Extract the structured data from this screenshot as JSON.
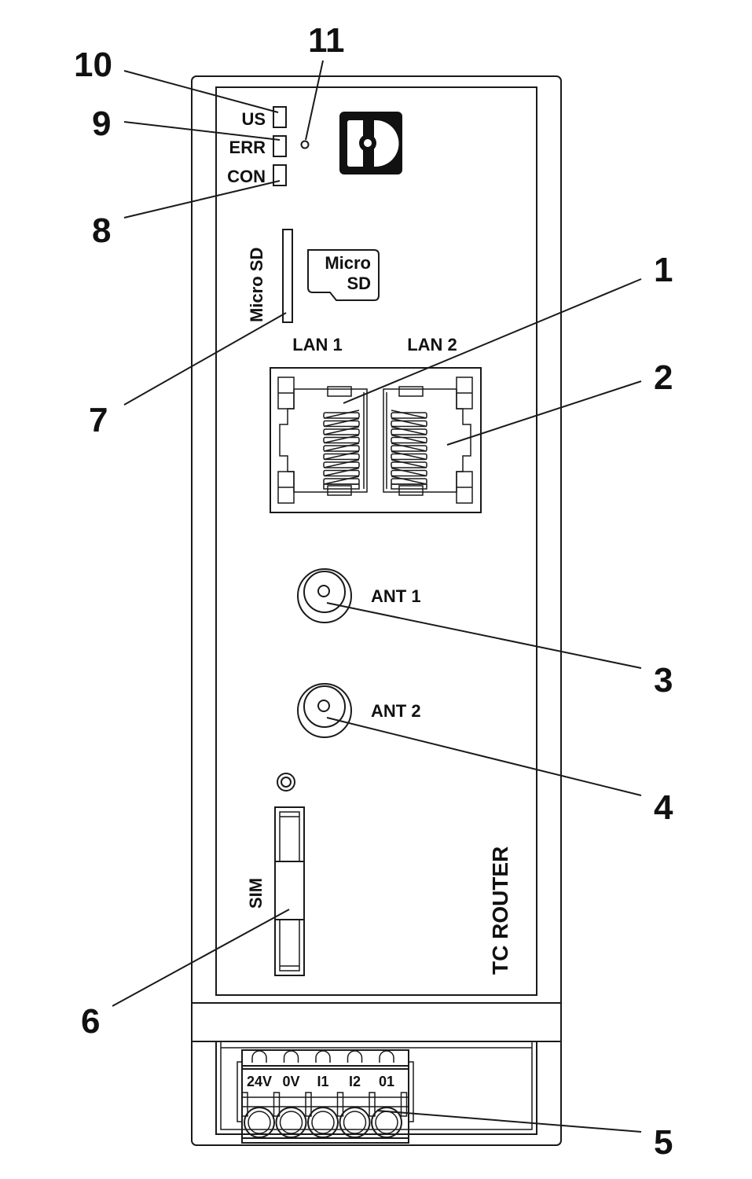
{
  "device": {
    "name": "TC ROUTER",
    "logo": "phoenix-contact-logo-icon",
    "leds": [
      {
        "label": "US",
        "callout": "10"
      },
      {
        "label": "ERR",
        "callout": "9"
      },
      {
        "label": "CON",
        "callout": "8"
      }
    ],
    "reset_button_callout": "11",
    "microsd": {
      "slot_label": "Micro SD",
      "card_icon_line1": "Micro",
      "card_icon_line2": "SD",
      "callout": "7"
    },
    "lan_ports": [
      {
        "label": "LAN 1",
        "callout": "1"
      },
      {
        "label": "LAN 2",
        "callout": "2"
      }
    ],
    "antennas": [
      {
        "label": "ANT 1",
        "callout": "3"
      },
      {
        "label": "ANT 2",
        "callout": "4"
      }
    ],
    "sim": {
      "label": "SIM",
      "callout": "6"
    },
    "terminal_block": {
      "labels": [
        "24V",
        "0V",
        "I1",
        "I2",
        "01"
      ],
      "callout": "5"
    }
  },
  "colors": {
    "line": "#1a1a1a",
    "background": "#ffffff"
  }
}
